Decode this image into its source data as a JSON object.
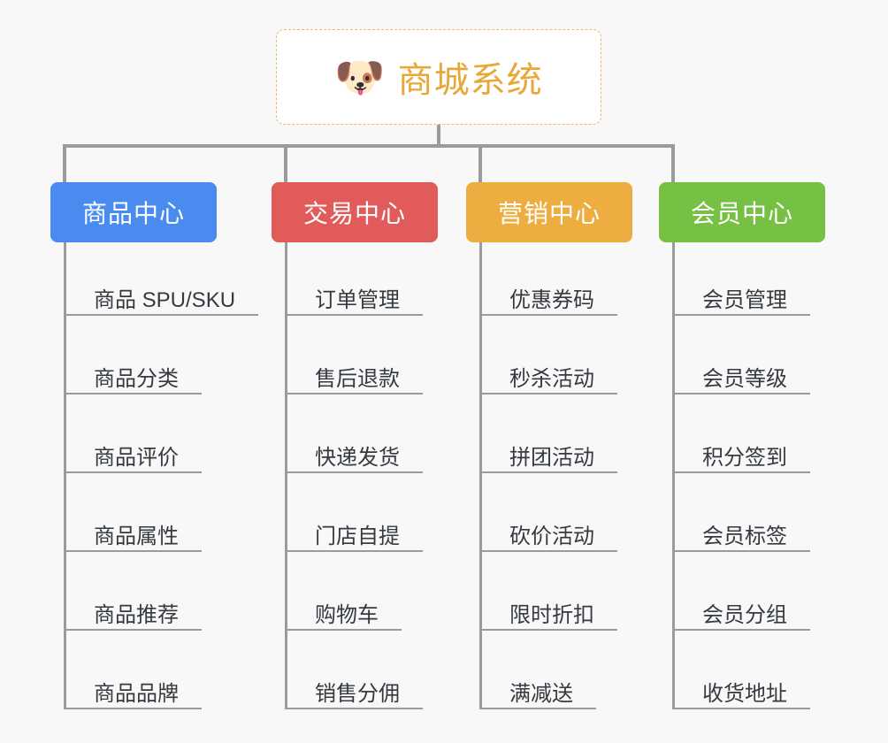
{
  "page": {
    "background_color": "#f8f8f8",
    "line_color": "#9b9b9b",
    "leaf_text_color": "#353a40"
  },
  "root": {
    "title": "商城系统",
    "emoji": "🐶",
    "emoji_name": "shiba-dog-face-emoji",
    "text_color": "#e8a838",
    "border_color": "#e9b96e",
    "background_color": "#ffffff"
  },
  "columns": [
    {
      "id": "product-center",
      "label": "商品中心",
      "color": "#4a8bf0",
      "items": [
        "商品 SPU/SKU",
        "商品分类",
        "商品评价",
        "商品属性",
        "商品推荐",
        "商品品牌"
      ]
    },
    {
      "id": "trade-center",
      "label": "交易中心",
      "color": "#e15b5b",
      "items": [
        "订单管理",
        "售后退款",
        "快递发货",
        "门店自提",
        "购物车",
        "销售分佣"
      ]
    },
    {
      "id": "marketing-center",
      "label": "营销中心",
      "color": "#eead41",
      "items": [
        "优惠券码",
        "秒杀活动",
        "拼团活动",
        "砍价活动",
        "限时折扣",
        "满减送"
      ]
    },
    {
      "id": "member-center",
      "label": "会员中心",
      "color": "#76c043",
      "items": [
        "会员管理",
        "会员等级",
        "积分签到",
        "会员标签",
        "会员分组",
        "收货地址"
      ]
    }
  ]
}
